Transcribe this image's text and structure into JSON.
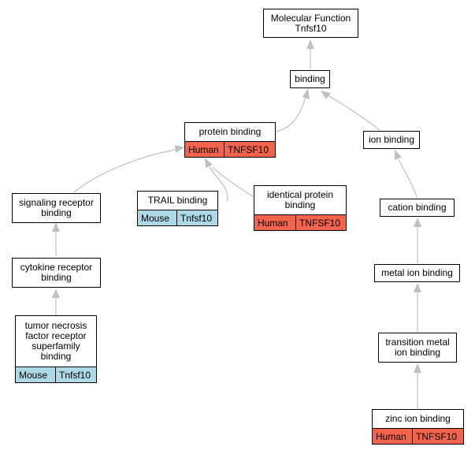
{
  "colors": {
    "human": "#f4634b",
    "mouse": "#add8e6",
    "edge": "#c0c0c0",
    "border": "#000000"
  },
  "nodes": {
    "root": {
      "label": "Molecular Function\nTnfsf10"
    },
    "binding": {
      "label": "binding"
    },
    "protein_binding": {
      "label": "protein binding",
      "species": "Human",
      "gene": "TNFSF10"
    },
    "ion_binding": {
      "label": "ion binding"
    },
    "signaling_receptor_binding": {
      "label": "signaling receptor\nbinding"
    },
    "trail_binding": {
      "label": "TRAIL binding",
      "species": "Mouse",
      "gene": "Tnfsf10"
    },
    "identical_protein_binding": {
      "label": "identical protein\nbinding",
      "species": "Human",
      "gene": "TNFSF10"
    },
    "cation_binding": {
      "label": "cation binding"
    },
    "cytokine_receptor_binding": {
      "label": "cytokine receptor\nbinding"
    },
    "metal_ion_binding": {
      "label": "metal ion binding"
    },
    "tnf_receptor_superfamily_binding": {
      "label": "tumor necrosis\nfactor receptor\nsuperfamily\nbinding",
      "species": "Mouse",
      "gene": "Tnfsf10"
    },
    "transition_metal_ion_binding": {
      "label": "transition metal\nion binding"
    },
    "zinc_ion_binding": {
      "label": "zinc ion binding",
      "species": "Human",
      "gene": "TNFSF10"
    }
  },
  "edges": [
    {
      "from": "binding",
      "to": "root"
    },
    {
      "from": "protein_binding",
      "to": "binding"
    },
    {
      "from": "ion_binding",
      "to": "binding"
    },
    {
      "from": "signaling_receptor_binding",
      "to": "protein_binding"
    },
    {
      "from": "trail_binding",
      "to": "protein_binding"
    },
    {
      "from": "identical_protein_binding",
      "to": "protein_binding"
    },
    {
      "from": "cation_binding",
      "to": "ion_binding"
    },
    {
      "from": "cytokine_receptor_binding",
      "to": "signaling_receptor_binding"
    },
    {
      "from": "metal_ion_binding",
      "to": "cation_binding"
    },
    {
      "from": "tnf_receptor_superfamily_binding",
      "to": "cytokine_receptor_binding"
    },
    {
      "from": "transition_metal_ion_binding",
      "to": "metal_ion_binding"
    },
    {
      "from": "zinc_ion_binding",
      "to": "transition_metal_ion_binding"
    }
  ]
}
